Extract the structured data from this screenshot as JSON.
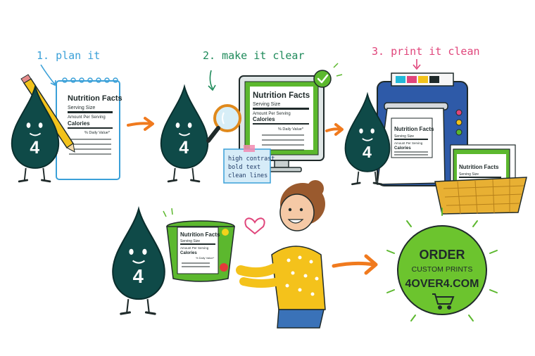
{
  "steps": [
    {
      "label": "1. plan it",
      "color": "#3aa0d8"
    },
    {
      "label": "2. make it clear",
      "color": "#1e8a5a"
    },
    {
      "label": "3. print it clean",
      "color": "#e0457b"
    }
  ],
  "label": {
    "title": "Nutrition Facts",
    "serving": "Serving Size",
    "amount": "Amount Per Serving",
    "calories": "Calories",
    "daily": "% Daily Value*"
  },
  "sticky_note": {
    "line1": "high contrast",
    "line2": "bold text",
    "line3": "clean lines"
  },
  "mascot_digit": "4",
  "order_badge": {
    "line1": "ORDER",
    "line2": "CUSTOM PRINTS",
    "line3": "4OVER4.COM"
  },
  "colors": {
    "mascot": "#0f4a48",
    "accent_green": "#5cb82e",
    "arrow_orange": "#f07a1e",
    "ink": "#1f2a2a",
    "basket": "#e8b033",
    "printer_blue": "#2e5aa8"
  }
}
